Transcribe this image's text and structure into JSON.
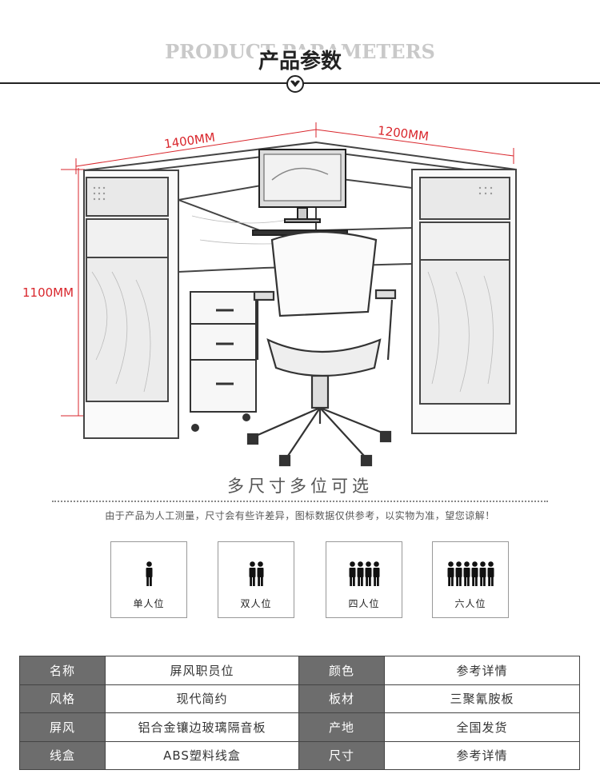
{
  "header": {
    "title_en": "PRODUCT PARAMETERS",
    "title_cn": "产品参数"
  },
  "diagram": {
    "dim_width": "1400MM",
    "dim_depth": "1200MM",
    "dim_height": "1100MM"
  },
  "sizes": {
    "headline": "多尺寸多位可选",
    "disclaimer": "由于产品为人工测量，尺寸会有些许差异，图标数据仅供参考，以实物为准，望您谅解！"
  },
  "seat_options": [
    {
      "label": "单人位",
      "count": 1
    },
    {
      "label": "双人位",
      "count": 2
    },
    {
      "label": "四人位",
      "count": 4
    },
    {
      "label": "六人位",
      "count": 6
    }
  ],
  "specs": [
    {
      "k1": "名称",
      "v1": "屏风职员位",
      "k2": "颜色",
      "v2": "参考详情"
    },
    {
      "k1": "风格",
      "v1": "现代简约",
      "k2": "板材",
      "v2": "三聚氰胺板"
    },
    {
      "k1": "屏风",
      "v1": "铝合金镶边玻璃隔音板",
      "k2": "产地",
      "v2": "全国发货"
    },
    {
      "k1": "线盒",
      "v1": "ABS塑料线盒",
      "k2": "尺寸",
      "v2": "参考详情"
    }
  ],
  "colors": {
    "dimension": "#d9262c",
    "table_key_bg": "#6d6d6d",
    "line": "#222222"
  }
}
